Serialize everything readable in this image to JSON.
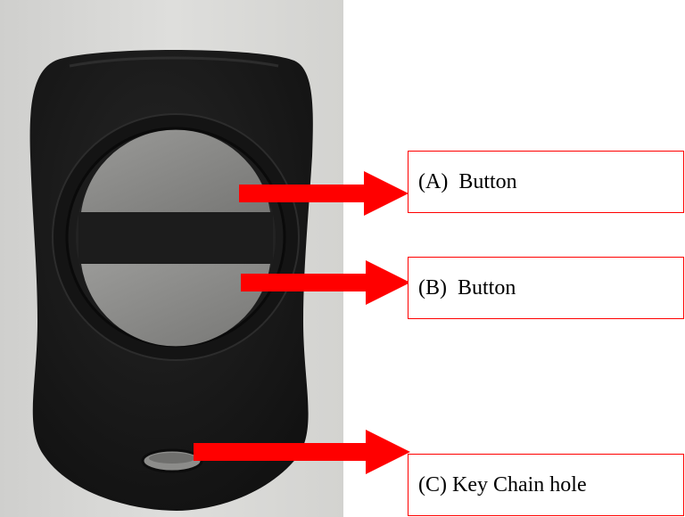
{
  "callouts": [
    {
      "label": "(A)  Button"
    },
    {
      "label": "(B)  Button"
    },
    {
      "label": "(C) Key Chain hole"
    }
  ],
  "colors": {
    "arrow": "#ff0000",
    "callout_border": "#ff0000",
    "fob_body": "#181818",
    "button_face": "#8a8a8a",
    "backdrop": "#d8d8d6"
  },
  "icons": [
    "remote-fob-photo",
    "arrow-right-icon"
  ]
}
